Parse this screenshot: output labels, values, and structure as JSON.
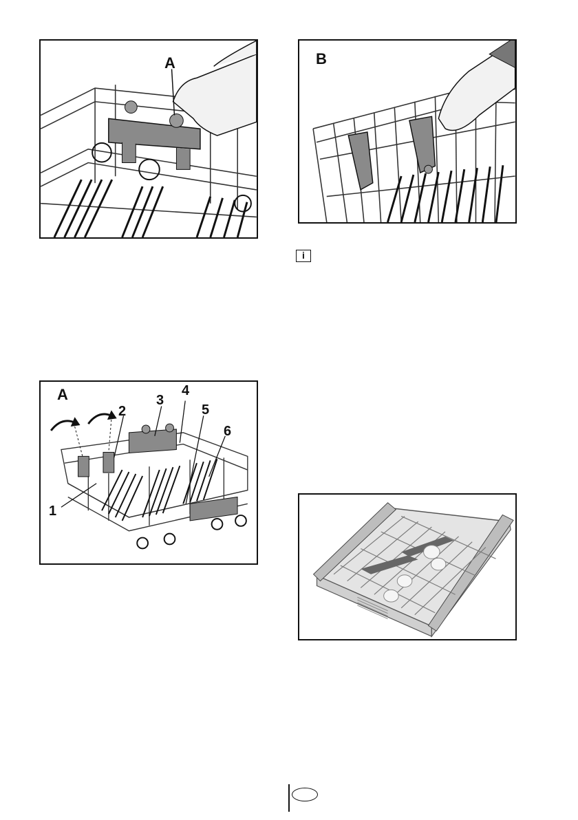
{
  "figures": {
    "top_left": {
      "label": "A"
    },
    "top_right": {
      "label": "B"
    },
    "middle_left": {
      "label": "A",
      "callouts": [
        "1",
        "2",
        "3",
        "4",
        "5",
        "6"
      ]
    }
  },
  "icons": {
    "info": "i",
    "language_badge": ""
  },
  "colors": {
    "frame": "#111111",
    "part_gray": "#8a8a8a",
    "tray_gray": "#e4e4e4",
    "glove": "#f2f2f2"
  }
}
